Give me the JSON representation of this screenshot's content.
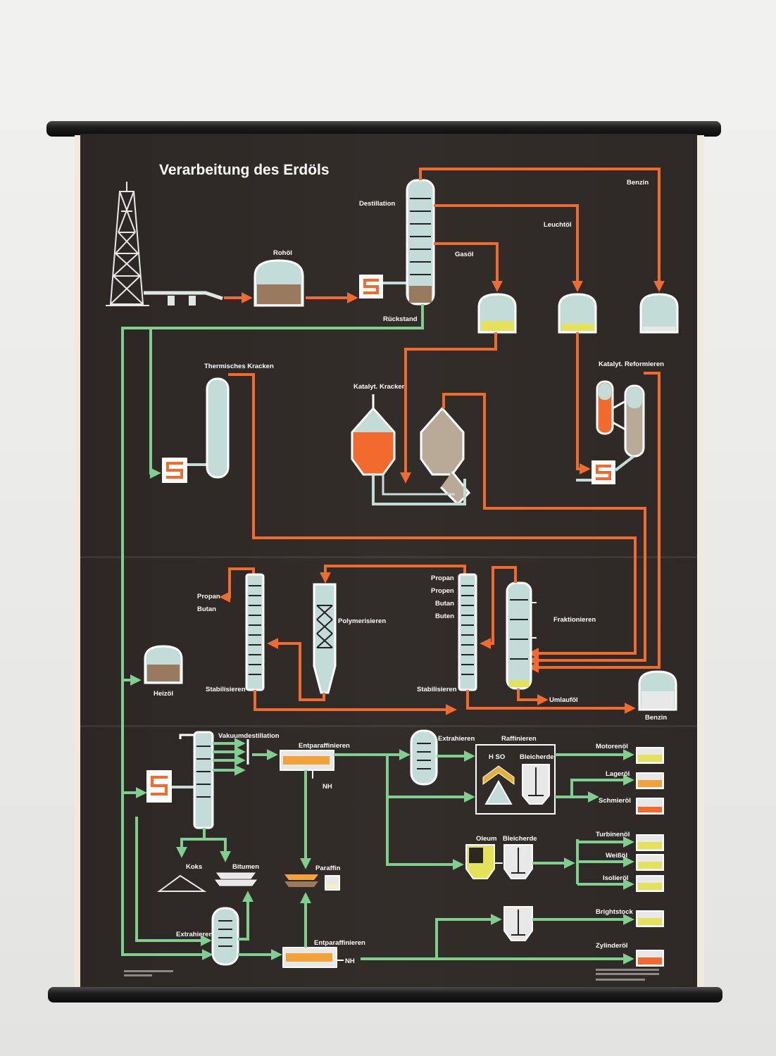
{
  "title": "Verarbeitung des Erdöls",
  "labels": {
    "rohoel": "Rohöl",
    "destillation": "Destillation",
    "benzin_top": "Benzin",
    "leuchtoel": "Leuchtöl",
    "gasoel": "Gasöl",
    "rueckstand": "Rückstand",
    "thermisches_kracken": "Thermisches Kracken",
    "katalyt_kracken": "Katalyt. Kracken",
    "katalyt_reformieren": "Katalyt. Reformieren",
    "propan_left": "Propan",
    "butan_left": "Butan",
    "polymerisieren": "Polymerisieren",
    "propan_right": "Propan",
    "propen": "Propen",
    "butan_right": "Butan",
    "buten": "Buten",
    "fraktionieren": "Fraktionieren",
    "heizoel": "Heizöl",
    "stabilisieren_left": "Stabilisieren",
    "stabilisieren_right": "Stabilisieren",
    "umlaufoel": "Umlauföl",
    "benzin_bottom": "Benzin",
    "vakuumdestillation": "Vakuumdestillation",
    "entparaffinieren_top": "Entparaffinieren",
    "nh3_top": "NH",
    "extrahieren_top": "Extrahieren",
    "raffinieren": "Raffinieren",
    "h2so4": "H SO",
    "bleicherde_top": "Bleicherde",
    "motorenoel": "Motorenöl",
    "lageroel": "Lageröl",
    "schmieroel": "Schmieröl",
    "oleum": "Oleum",
    "bleicherde_mid": "Bleicherde",
    "turbinenoel": "Turbinenöl",
    "weissoel": "Weißöl",
    "isolieroel": "Isolieröl",
    "koks": "Koks",
    "bitumen": "Bitumen",
    "paraffin": "Paraffin",
    "extrahieren_bottom": "Extrahieren",
    "entparaffinieren_bottom": "Entparaffinieren",
    "nh3_bottom": "NH",
    "brightstock": "Brightstock",
    "zylinderoel": "Zylinderöl"
  },
  "colors": {
    "orange": "#f26a2e",
    "green": "#7fcf8e",
    "tank": "#c4dcd7",
    "brown": "#9a7a5e",
    "yellow": "#e3e25a"
  }
}
